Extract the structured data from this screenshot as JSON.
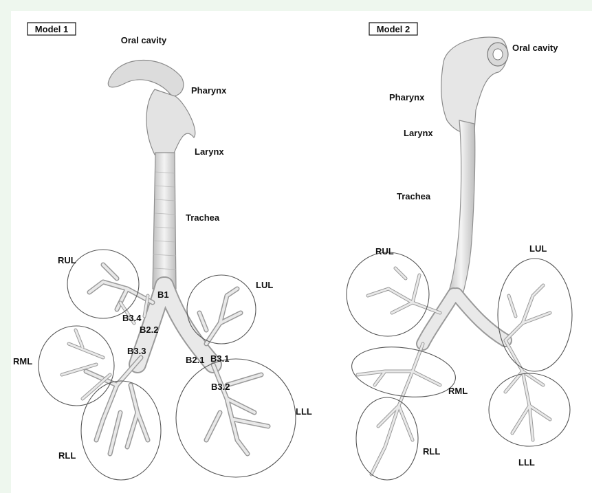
{
  "model1": {
    "title": "Model 1",
    "labels": {
      "oral_cavity": "Oral cavity",
      "pharynx": "Pharynx",
      "larynx": "Larynx",
      "trachea": "Trachea",
      "rul": "RUL",
      "lul": "LUL",
      "rml": "RML",
      "rll": "RLL",
      "lll": "LLL",
      "b1": "B1",
      "b2_1": "B2.1",
      "b2_2": "B2.2",
      "b3_1": "B3.1",
      "b3_2": "B3.2",
      "b3_3": "B3.3",
      "b3_4": "B3.4"
    }
  },
  "model2": {
    "title": "Model 2",
    "labels": {
      "oral_cavity": "Oral cavity",
      "pharynx": "Pharynx",
      "larynx": "Larynx",
      "trachea": "Trachea",
      "rul": "RUL",
      "lul": "LUL",
      "rml": "RML",
      "rll": "RLL",
      "lll": "LLL"
    }
  },
  "colors": {
    "airway_fill": "#e9e9e9",
    "airway_edge": "#9a9a9a",
    "lobe_outline": "#555555",
    "background": "#eef7ee"
  }
}
